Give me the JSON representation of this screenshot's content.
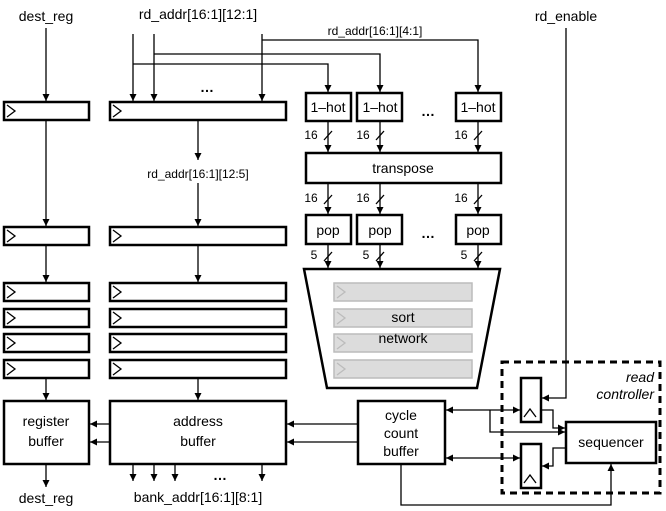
{
  "signals": {
    "dest_reg_top": "dest_reg",
    "rd_addr_top": "rd_addr[16:1][12:1]",
    "rd_addr_4_1": "rd_addr[16:1][4:1]",
    "rd_addr_12_5": "rd_addr[16:1][12:5]",
    "rd_enable": "rd_enable",
    "dest_reg_bottom": "dest_reg",
    "bank_addr": "bank_addr[16:1][8:1]"
  },
  "blocks": {
    "one_hot": "1–hot",
    "transpose": "transpose",
    "pop": "pop",
    "sort_line1": "sort",
    "sort_line2": "network",
    "register_buffer_line1": "register",
    "register_buffer_line2": "buffer",
    "address_buffer_line1": "address",
    "address_buffer_line2": "buffer",
    "cycle_line1": "cycle",
    "cycle_line2": "count",
    "cycle_line3": "buffer",
    "sequencer": "sequencer",
    "read_controller_line1": "read",
    "read_controller_line2": "controller"
  },
  "widths": {
    "w16": "16",
    "w5": "5"
  },
  "ellipsis": "…"
}
